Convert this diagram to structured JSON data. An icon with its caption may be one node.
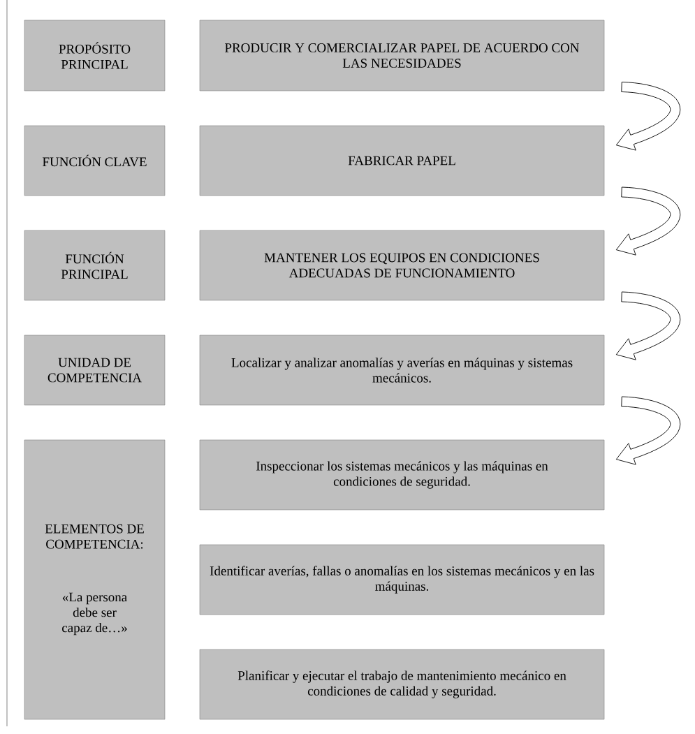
{
  "diagram": {
    "nodes": [
      {
        "text": [
          "PROPÓSITO PRINCIPAL"
        ]
      },
      {
        "text": [
          "PRODUCIR Y COMERCIALIZAR PAPEL DE ACUERDO CON LAS NECESIDADES"
        ]
      },
      {
        "text": [
          "FUNCIÓN CLAVE"
        ]
      },
      {
        "text": [
          "FABRICAR PAPEL"
        ]
      },
      {
        "text": [
          "FUNCIÓN PRINCIPAL"
        ]
      },
      {
        "text": [
          "MANTENER LOS EQUIPOS EN CONDICIONES ADECUADAS DE FUNCIONAMIENTO"
        ]
      },
      {
        "text": [
          "UNIDAD DE COMPETENCIA"
        ]
      },
      {
        "text": [
          "Localizar y analizar anomalías y averías en máquinas y sistemas mecánicos."
        ]
      },
      {
        "text": [
          "ELEMENTOS DE COMPETENCIA:",
          "«La persona debe ser capaz de…»"
        ]
      },
      {
        "text": [
          "Inspeccionar los sistemas mecánicos y las máquinas en condiciones de seguridad."
        ]
      },
      {
        "text": [
          "Identificar averías, fallas o anomalías en los sistemas mecánicos y en las máquinas."
        ]
      },
      {
        "text": [
          "Planificar y ejecutar el trabajo de mantenimiento mecánico en condiciones de calidad y seguridad."
        ]
      }
    ],
    "edges": [
      {
        "from": 1,
        "to": 3,
        "arrow": "to"
      },
      {
        "from": 3,
        "to": 5,
        "arrow": "to"
      },
      {
        "from": 5,
        "to": 7,
        "arrow": "to"
      },
      {
        "from": 7,
        "to": 9,
        "arrow": "to"
      }
    ]
  }
}
